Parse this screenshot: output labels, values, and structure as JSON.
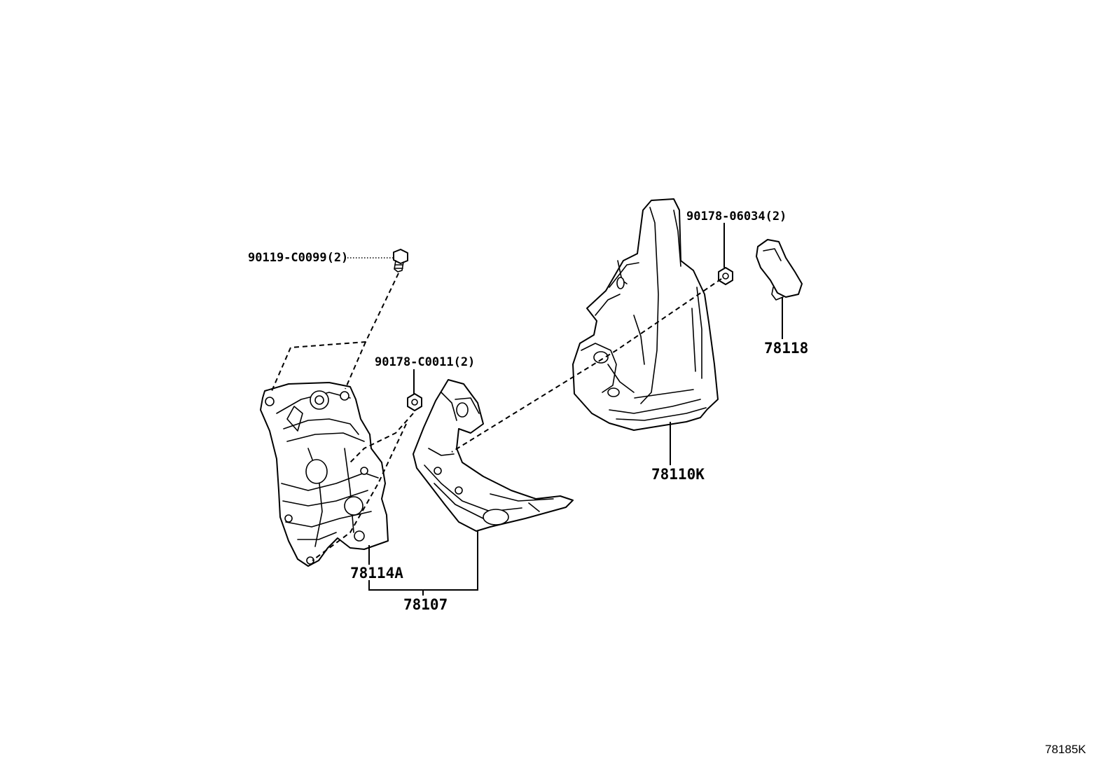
{
  "callouts": {
    "bolt_left": "90119-C0099(2)",
    "nut_mid": "90178-C0011(2)",
    "nut_right": "90178-06034(2)",
    "clip": "78118",
    "pedal": "78110K",
    "bracket_left": "78114A",
    "assembly": "78107"
  },
  "figure_code": "78185K"
}
